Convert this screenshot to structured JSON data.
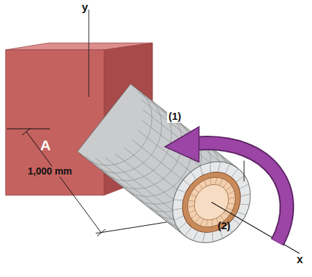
{
  "diagram": {
    "labels": [
      "y",
      "A",
      "1,000 mm",
      "(1)",
      "(2)",
      "x"
    ]
  }
}
